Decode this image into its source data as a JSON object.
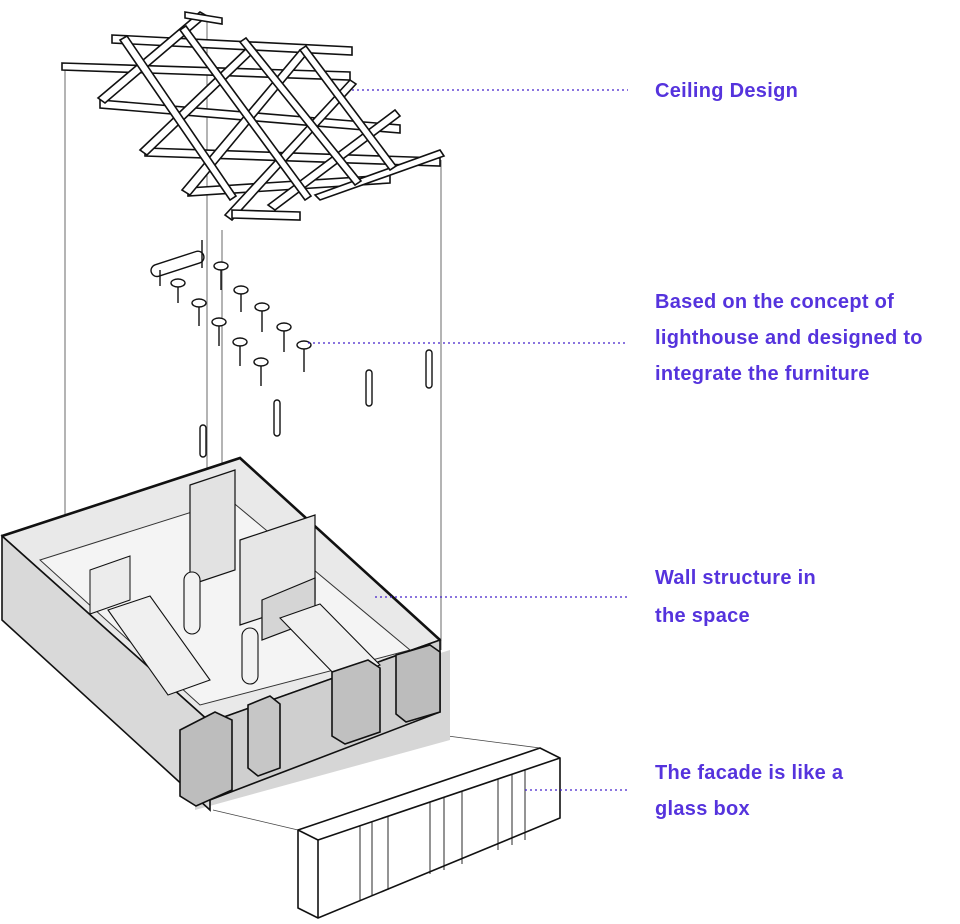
{
  "annotations": [
    {
      "id": "ceiling",
      "lines": [
        "Ceiling Design"
      ]
    },
    {
      "id": "lighting",
      "lines": [
        "Based on the concept of",
        "lighthouse and designed to",
        "integrate the furniture"
      ]
    },
    {
      "id": "wall",
      "lines": [
        "Wall structure in",
        "the space"
      ]
    },
    {
      "id": "facade",
      "lines": [
        "The facade is like a",
        "glass box"
      ]
    }
  ],
  "colors": {
    "label": "#5533dd",
    "leader": "#4422cc",
    "stroke": "#111111",
    "wall_fill": "#e4e4e4",
    "wall_dark": "#cfcfcf",
    "shadow": "#d6d6d6"
  }
}
